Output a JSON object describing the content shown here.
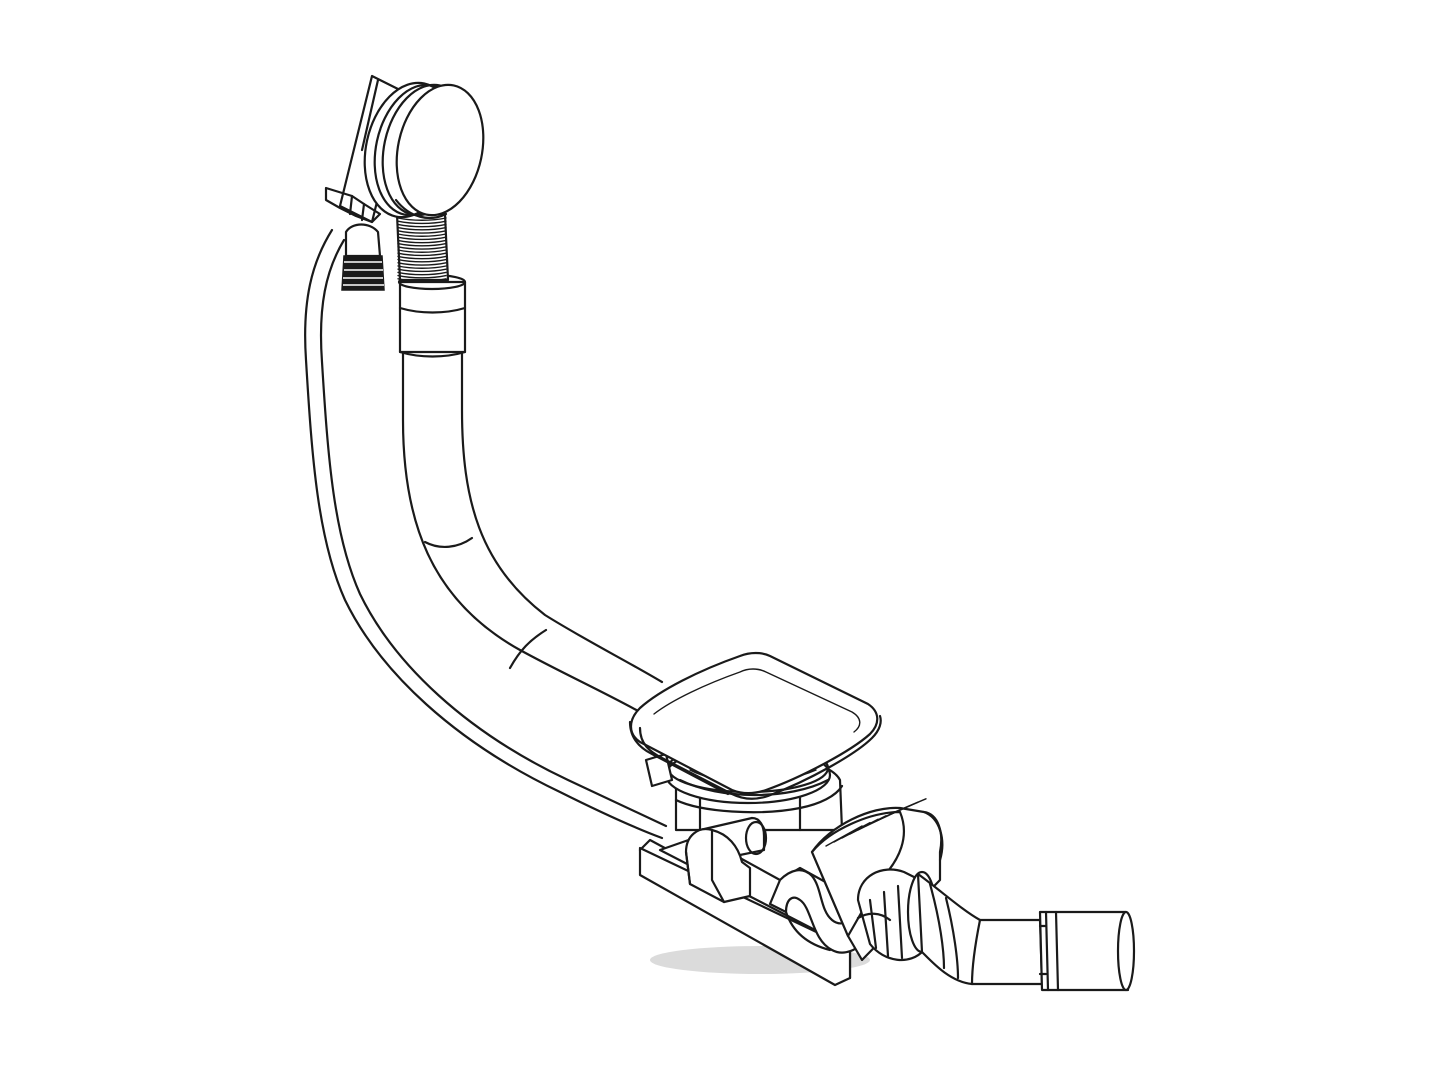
{
  "diagram": {
    "background": "#ffffff",
    "stroke_color": "#1a1a1a",
    "shadow_color": "#bdbdbd",
    "parts": [
      "overflow-cap",
      "overflow-housing",
      "inlet-connector",
      "corrugated-hose",
      "drain-pipe",
      "bowden-cable",
      "waste-plug-cap",
      "waste-body",
      "trap-housing",
      "outlet-elbow",
      "outlet-sleeve"
    ]
  }
}
